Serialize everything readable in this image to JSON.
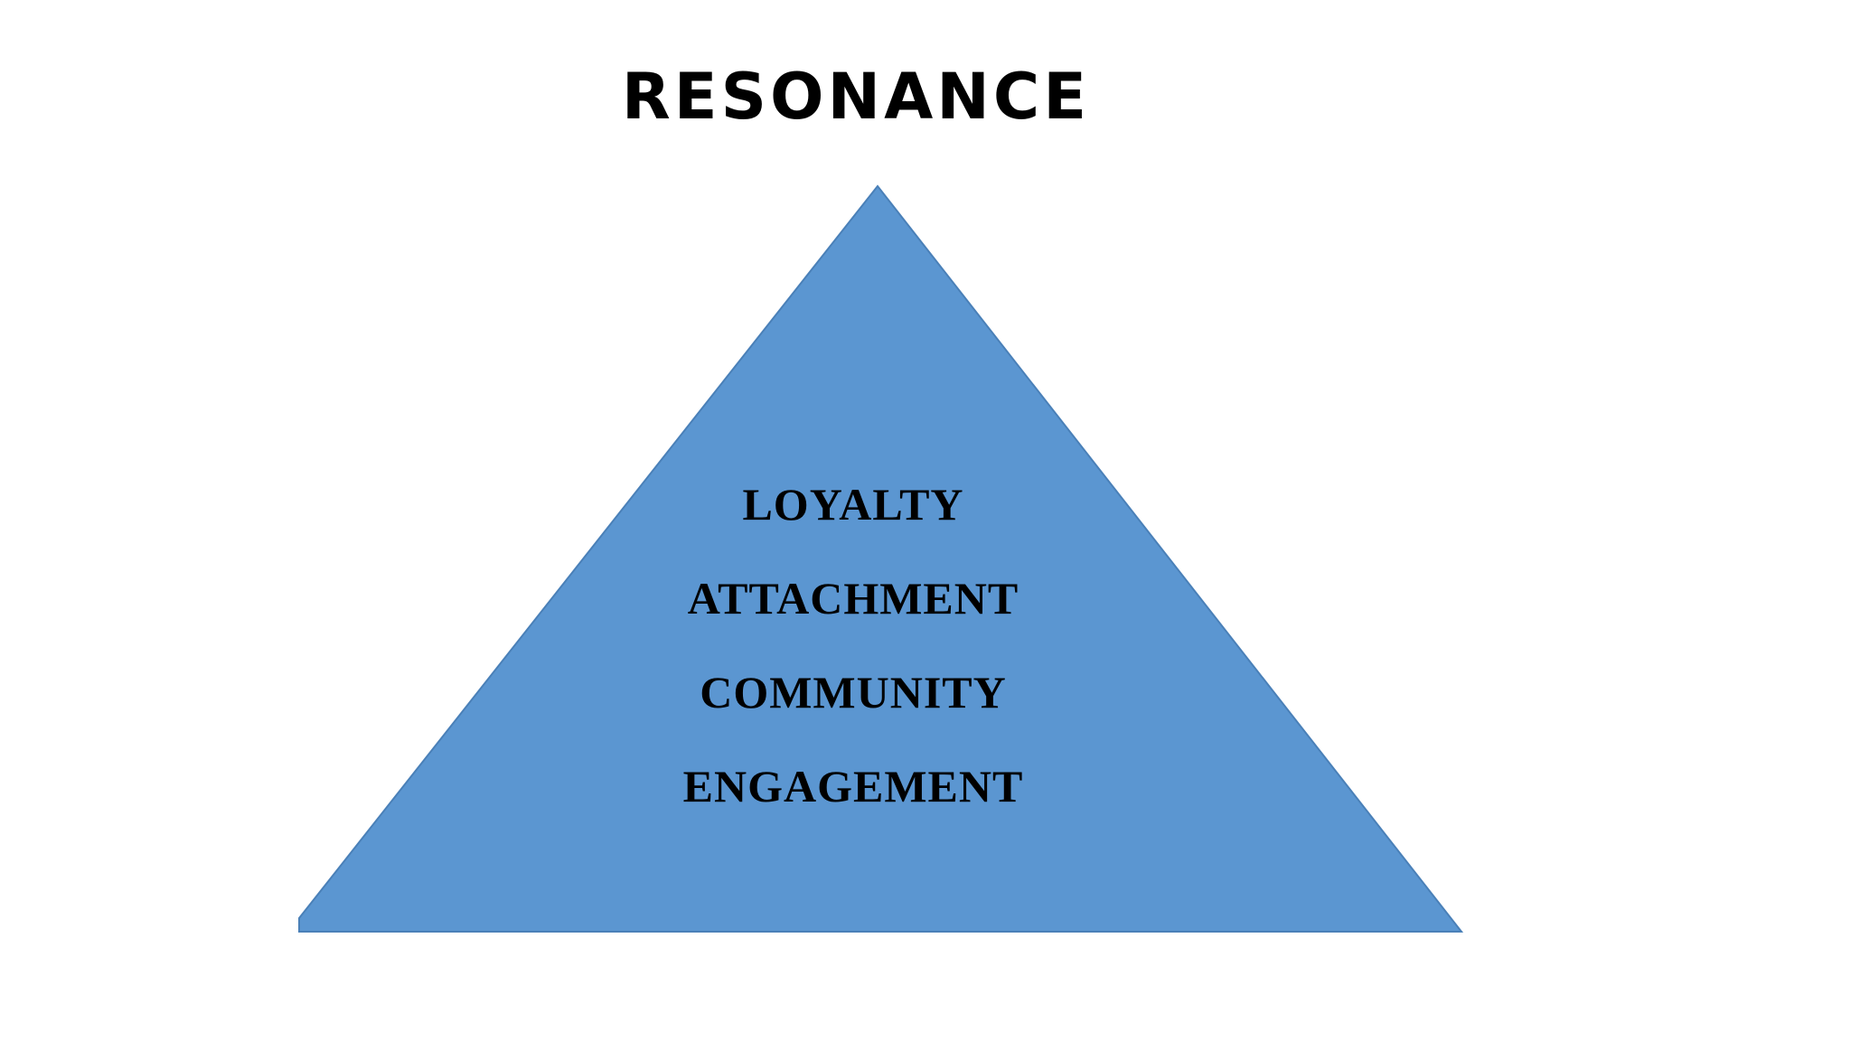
{
  "diagram": {
    "title": "RESONANCE",
    "fill_color": "#5b96d1",
    "levels": [
      "LOYALTY",
      "ATTACHMENT",
      "COMMUNITY",
      "ENGAGEMENT"
    ]
  }
}
